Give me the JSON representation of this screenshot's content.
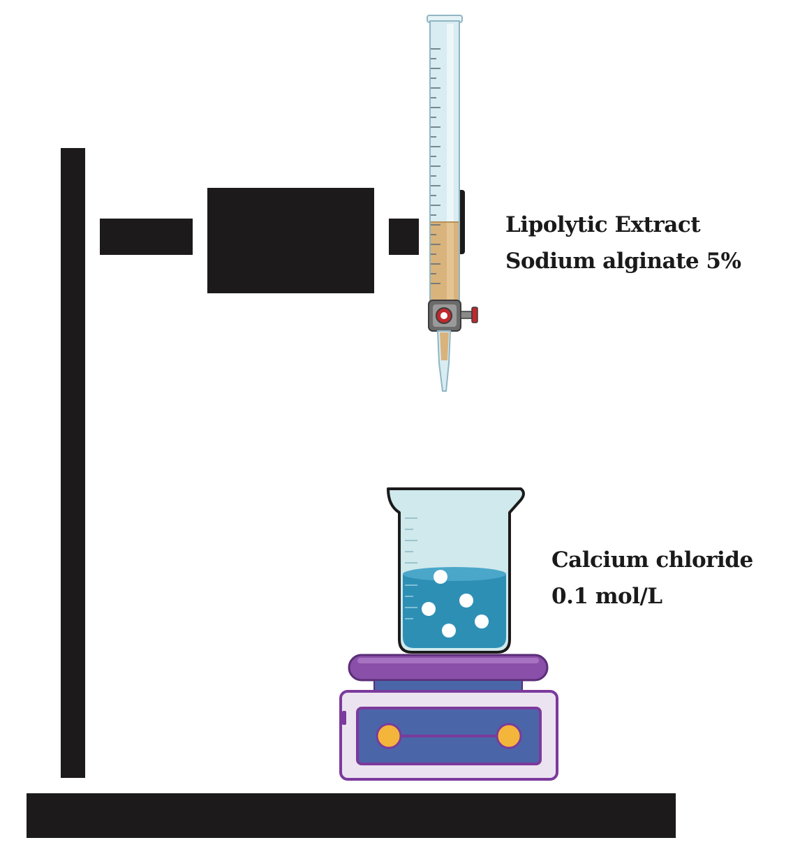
{
  "labels": {
    "burette": {
      "line1": "Lipolytic Extract",
      "line2": "Sodium alginate 5%"
    },
    "beaker": {
      "line1": "Calcium chloride",
      "line2": "0.1 mol/L"
    }
  },
  "colors": {
    "stand": "#1c1a1b",
    "burette_glass": "#d8ecf1",
    "burette_outline": "#8fb6c4",
    "burette_liquid": "#d9b37c",
    "stopcock_body": "#5a5a5a",
    "stopcock_knob": "#c0282d",
    "beaker_glass": "#cfe9ec",
    "beaker_liquid": "#2e8fb5",
    "beads": "#ffffff",
    "stirrer_top": "#8a4fa8",
    "stirrer_body": "#ece3f0",
    "stirrer_panel": "#4a66a8",
    "stirrer_knobs": "#f3b63a"
  }
}
